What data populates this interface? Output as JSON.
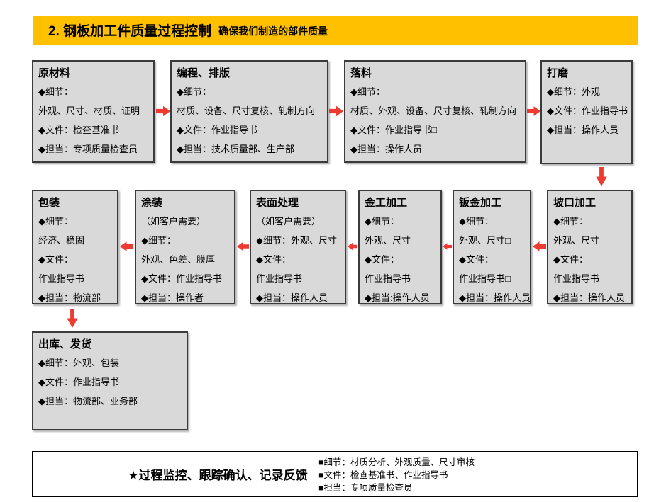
{
  "banner": {
    "title": "2. 钢板加工件质量过程控制",
    "subtitle": "确保我们制造的部件质量",
    "bg_color": "#FFC000"
  },
  "colors": {
    "box_fill": "#D9D9D9",
    "box_border": "#3B3B3B",
    "arrow_red": "#ED3B32"
  },
  "boxes": {
    "raw_material": {
      "title": "原材料",
      "lines": [
        "◆细节：",
        "外观、尺寸、材质、证明",
        "◆文件：检查基准书",
        "◆担当：专项质量检查员"
      ]
    },
    "programming": {
      "title": "编程、排版",
      "lines": [
        "◆细节：",
        "材质、设备、尺寸复核、轧制方向",
        "◆文件：作业指导书",
        "◆担当：技术质量部、生产部"
      ]
    },
    "blanking": {
      "title": "落料",
      "lines": [
        "◆细节：",
        "材质、外观、设备、尺寸复核、轧制方向",
        "◆文件：作业指导书□",
        "◆担当：操作人员"
      ]
    },
    "grinding": {
      "title": "打磨",
      "lines": [
        "◆细节：外观",
        "◆文件：作业指导书",
        "◆担当：操作人员"
      ]
    },
    "packaging": {
      "title": "包装",
      "lines": [
        "◆细节：",
        "经济、稳固",
        "◆文件：",
        "作业指导书",
        "◆担当：物流部"
      ]
    },
    "painting": {
      "title": "涂装",
      "lines": [
        "（如客户需要）",
        "◆细节：",
        "外观、色差、膜厚",
        "◆文件：作业指导书",
        "◆担当：操作者"
      ]
    },
    "surface_treatment": {
      "title": "表面处理",
      "lines": [
        "（如客户需要）",
        "◆细节：外观、尺寸",
        "◆文件：",
        "作业指导书",
        "◆担当：操作人员"
      ]
    },
    "machining": {
      "title": "金工加工",
      "lines": [
        "◆细节：",
        "外观、尺寸",
        "◆文件：",
        "作业指导书",
        "◆担当:操作人员"
      ]
    },
    "sheet_metal": {
      "title": "钣金加工",
      "lines": [
        "◆细节：",
        "外观、尺寸□",
        "◆文件：",
        "作业指导书□",
        "◆担当：操作人员"
      ]
    },
    "beveling": {
      "title": "坡口加工",
      "lines": [
        "◆细节：",
        "外观、尺寸",
        "◆文件：",
        "作业指导书",
        "◆担当：操作人员"
      ]
    },
    "shipping": {
      "title": "出库、发货",
      "lines": [
        "◆细节：外观、包装",
        "◆文件：作业指导书",
        "◆担当：物流部、业务部"
      ]
    }
  },
  "footer": {
    "main": "★过程监控、跟踪确认、记录反馈",
    "notes": [
      "■细节：材质分析、外观质量、尺寸审核",
      "■文件：检查基准书、作业指导书",
      "■担当：专项质量检查员"
    ]
  }
}
